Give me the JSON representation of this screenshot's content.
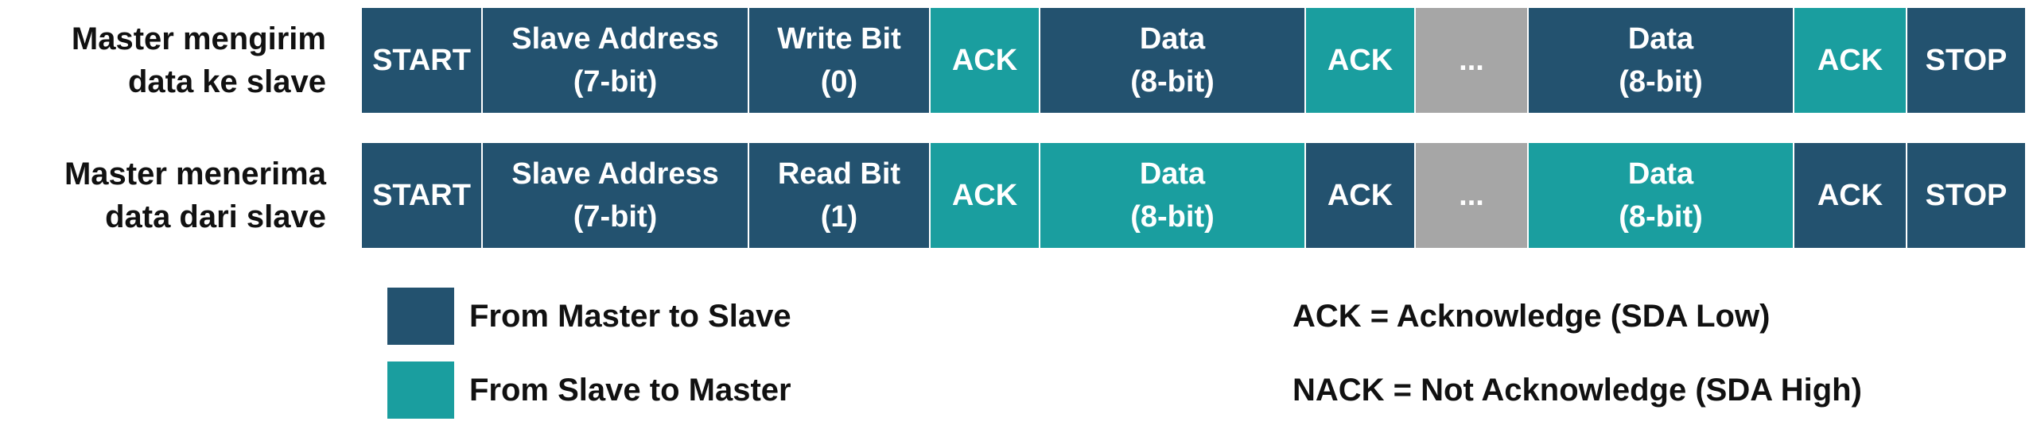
{
  "colors": {
    "master_to_slave": "#23526F",
    "slave_to_master": "#1A9E9F",
    "ellipsis": "#A6A6A6"
  },
  "rows": [
    {
      "label_lines": [
        "Master mengirim",
        "data ke slave"
      ],
      "cells": [
        {
          "lines": [
            "START"
          ],
          "color": "master_to_slave"
        },
        {
          "lines": [
            "Slave Address",
            "(7-bit)"
          ],
          "color": "master_to_slave"
        },
        {
          "lines": [
            "Write Bit",
            "(0)"
          ],
          "color": "master_to_slave"
        },
        {
          "lines": [
            "ACK"
          ],
          "color": "slave_to_master"
        },
        {
          "lines": [
            "Data",
            "(8-bit)"
          ],
          "color": "master_to_slave"
        },
        {
          "lines": [
            "ACK"
          ],
          "color": "slave_to_master"
        },
        {
          "lines": [
            "..."
          ],
          "color": "ellipsis"
        },
        {
          "lines": [
            "Data",
            "(8-bit)"
          ],
          "color": "master_to_slave"
        },
        {
          "lines": [
            "ACK"
          ],
          "color": "slave_to_master"
        },
        {
          "lines": [
            "STOP"
          ],
          "color": "master_to_slave"
        }
      ]
    },
    {
      "label_lines": [
        "Master menerima",
        "data dari slave"
      ],
      "cells": [
        {
          "lines": [
            "START"
          ],
          "color": "master_to_slave"
        },
        {
          "lines": [
            "Slave Address",
            "(7-bit)"
          ],
          "color": "master_to_slave"
        },
        {
          "lines": [
            "Read Bit",
            "(1)"
          ],
          "color": "master_to_slave"
        },
        {
          "lines": [
            "ACK"
          ],
          "color": "slave_to_master"
        },
        {
          "lines": [
            "Data",
            "(8-bit)"
          ],
          "color": "slave_to_master"
        },
        {
          "lines": [
            "ACK"
          ],
          "color": "master_to_slave"
        },
        {
          "lines": [
            "..."
          ],
          "color": "ellipsis"
        },
        {
          "lines": [
            "Data",
            "(8-bit)"
          ],
          "color": "slave_to_master"
        },
        {
          "lines": [
            "ACK"
          ],
          "color": "master_to_slave"
        },
        {
          "lines": [
            "STOP"
          ],
          "color": "master_to_slave"
        }
      ]
    }
  ],
  "legend": [
    {
      "text": "From Master to Slave",
      "color": "master_to_slave"
    },
    {
      "text": "From Slave to Master",
      "color": "slave_to_master"
    }
  ],
  "notes": [
    "ACK = Acknowledge (SDA Low)",
    "NACK = Not Acknowledge (SDA High)"
  ]
}
